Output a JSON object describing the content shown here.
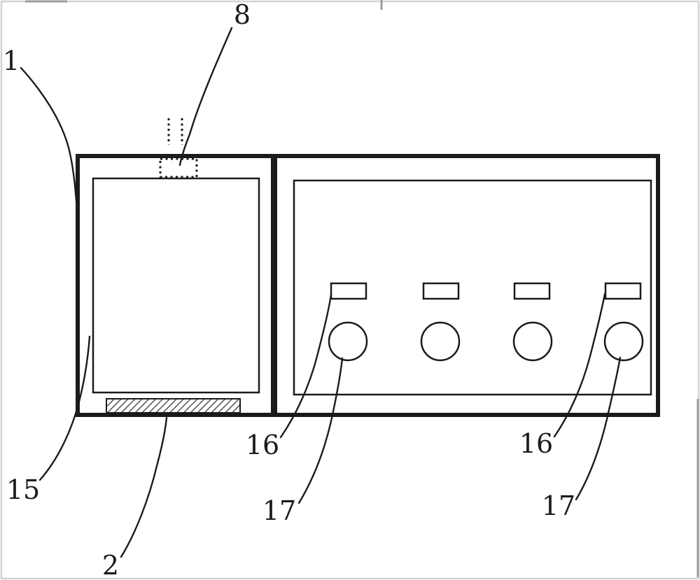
{
  "diagram": {
    "type": "patent-figure",
    "description": "Technical line drawing of an apparatus: left chamber with dotted inlet at top and hatched plate at bottom; right control panel with four indicator windows above four round knobs; numeric reference labels with curved leader lines.",
    "labels": {
      "ref1": "1",
      "ref2": "2",
      "ref8": "8",
      "ref15": "15",
      "ref16_left": "16",
      "ref16_right": "16",
      "ref17_left": "17",
      "ref17_right": "17"
    },
    "counts": {
      "indicator_rects": 4,
      "knob_circles": 4
    },
    "colors": {
      "line": "#1b1b1b",
      "background": "#ffffff",
      "scan_artifact": "#d4d4d4"
    }
  }
}
